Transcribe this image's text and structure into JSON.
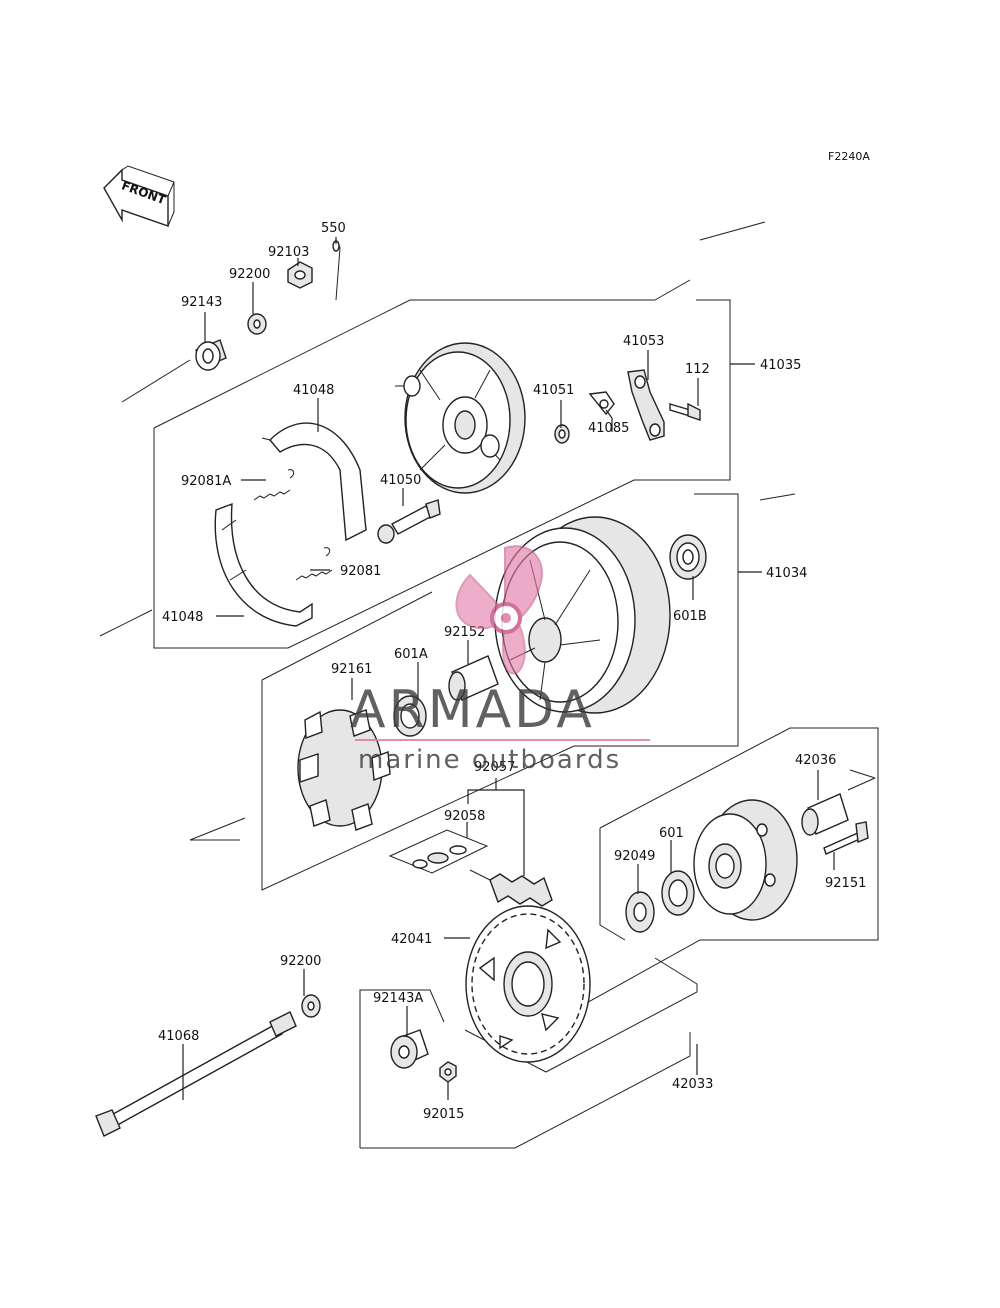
{
  "diagram_code": "F2240A",
  "front_label": "FRONT",
  "labels": {
    "p550": "550",
    "p92103": "92103",
    "p92200a": "92200",
    "p92143": "92143",
    "p41053": "41053",
    "p112": "112",
    "p41035": "41035",
    "p41048a": "41048",
    "p41051": "41051",
    "p41085": "41085",
    "p92081A": "92081A",
    "p41050": "41050",
    "p92081": "92081",
    "p41048b": "41048",
    "p41034": "41034",
    "p601B": "601B",
    "p92152": "92152",
    "p92161": "92161",
    "p601A": "601A",
    "p92057": "92057",
    "p92058": "92058",
    "p42036": "42036",
    "p601": "601",
    "p92049": "92049",
    "p92151": "92151",
    "p42041": "42041",
    "p92200b": "92200",
    "p92143A": "92143A",
    "p41068": "41068",
    "p42033": "42033",
    "p92015": "92015"
  },
  "watermark": {
    "brand": "ARMADA",
    "tagline": "marine outboards",
    "logo_color": "#e07aa5"
  }
}
